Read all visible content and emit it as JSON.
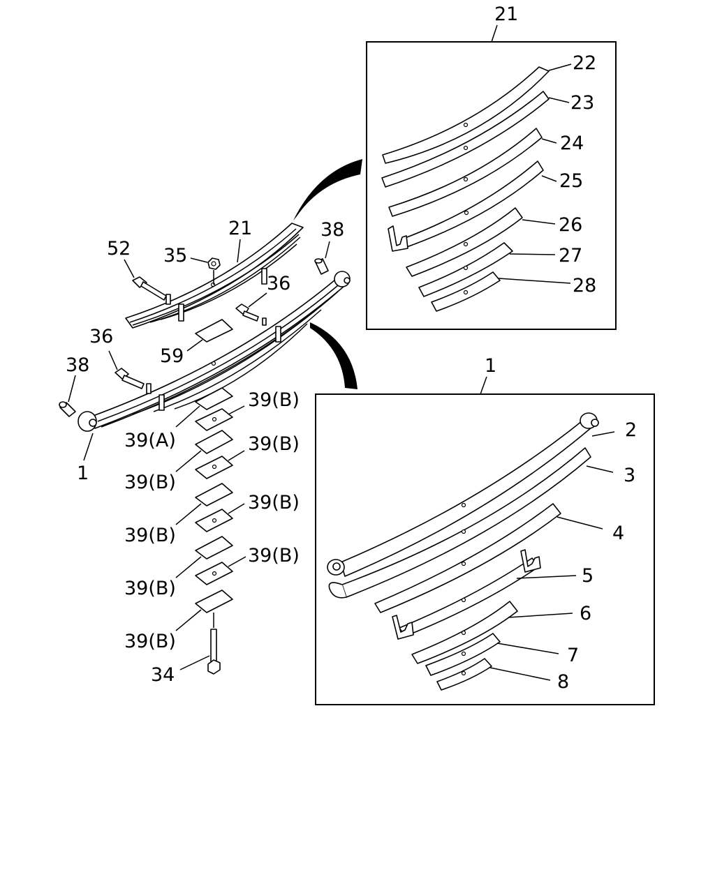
{
  "labels": {
    "inset_top_title": "21",
    "inset_bottom_title": "1",
    "inset_top_parts": [
      "22",
      "23",
      "24",
      "25",
      "26",
      "27",
      "28"
    ],
    "inset_bottom_parts": [
      "2",
      "3",
      "4",
      "5",
      "6",
      "7",
      "8"
    ],
    "main": {
      "l21": "21",
      "l52": "52",
      "l35": "35",
      "l38_top": "38",
      "l36_right": "36",
      "l59": "59",
      "l36_left": "36",
      "l38_left": "38",
      "l1": "1",
      "l39a": "39(A)",
      "l39b_r1": "39(B)",
      "l39b_r2": "39(B)",
      "l39b_r3": "39(B)",
      "l39b_r4": "39(B)",
      "l39b_l1": "39(B)",
      "l39b_l2": "39(B)",
      "l39b_l3": "39(B)",
      "l39b_l4": "39(B)",
      "l34": "34"
    }
  }
}
